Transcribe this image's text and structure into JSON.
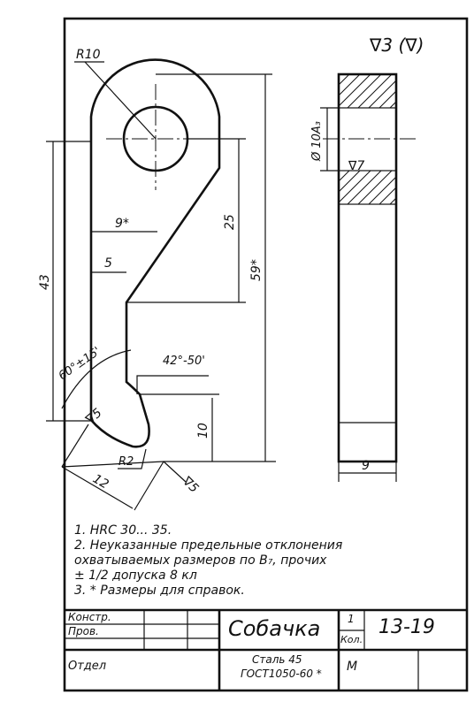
{
  "roughness": "∇3 (∇)",
  "dims": {
    "r10": "R10",
    "d9": "9*",
    "d5": "5",
    "d25": "25",
    "d59": "59*",
    "d43": "43",
    "ang60": "60°±15'",
    "ang42": "42°-50'",
    "d10": "10",
    "r2": "R2",
    "d12": "12",
    "phi": "Ø 10A₃",
    "rough7": "∇7",
    "rough5a": "∇5",
    "rough5b": "∇5",
    "side9": "9"
  },
  "notes": [
    "1.  HRC 30... 35.",
    "2.  Неуказанные предельные отклонения",
    "     охватываемых размеров по В₇, прочих",
    "     ± 1/2 допуска 8 кл",
    "3. * Размеры для справок."
  ],
  "title_block": {
    "konstr": "Констр.",
    "prov": "Пров.",
    "otdel": "Отдел",
    "name": "Собачка",
    "qty": "1",
    "qty_label": "Кол.",
    "number": "13-19",
    "material1": "Сталь 45",
    "material2": "ГОСТ1050-60 *",
    "scale": "М"
  }
}
